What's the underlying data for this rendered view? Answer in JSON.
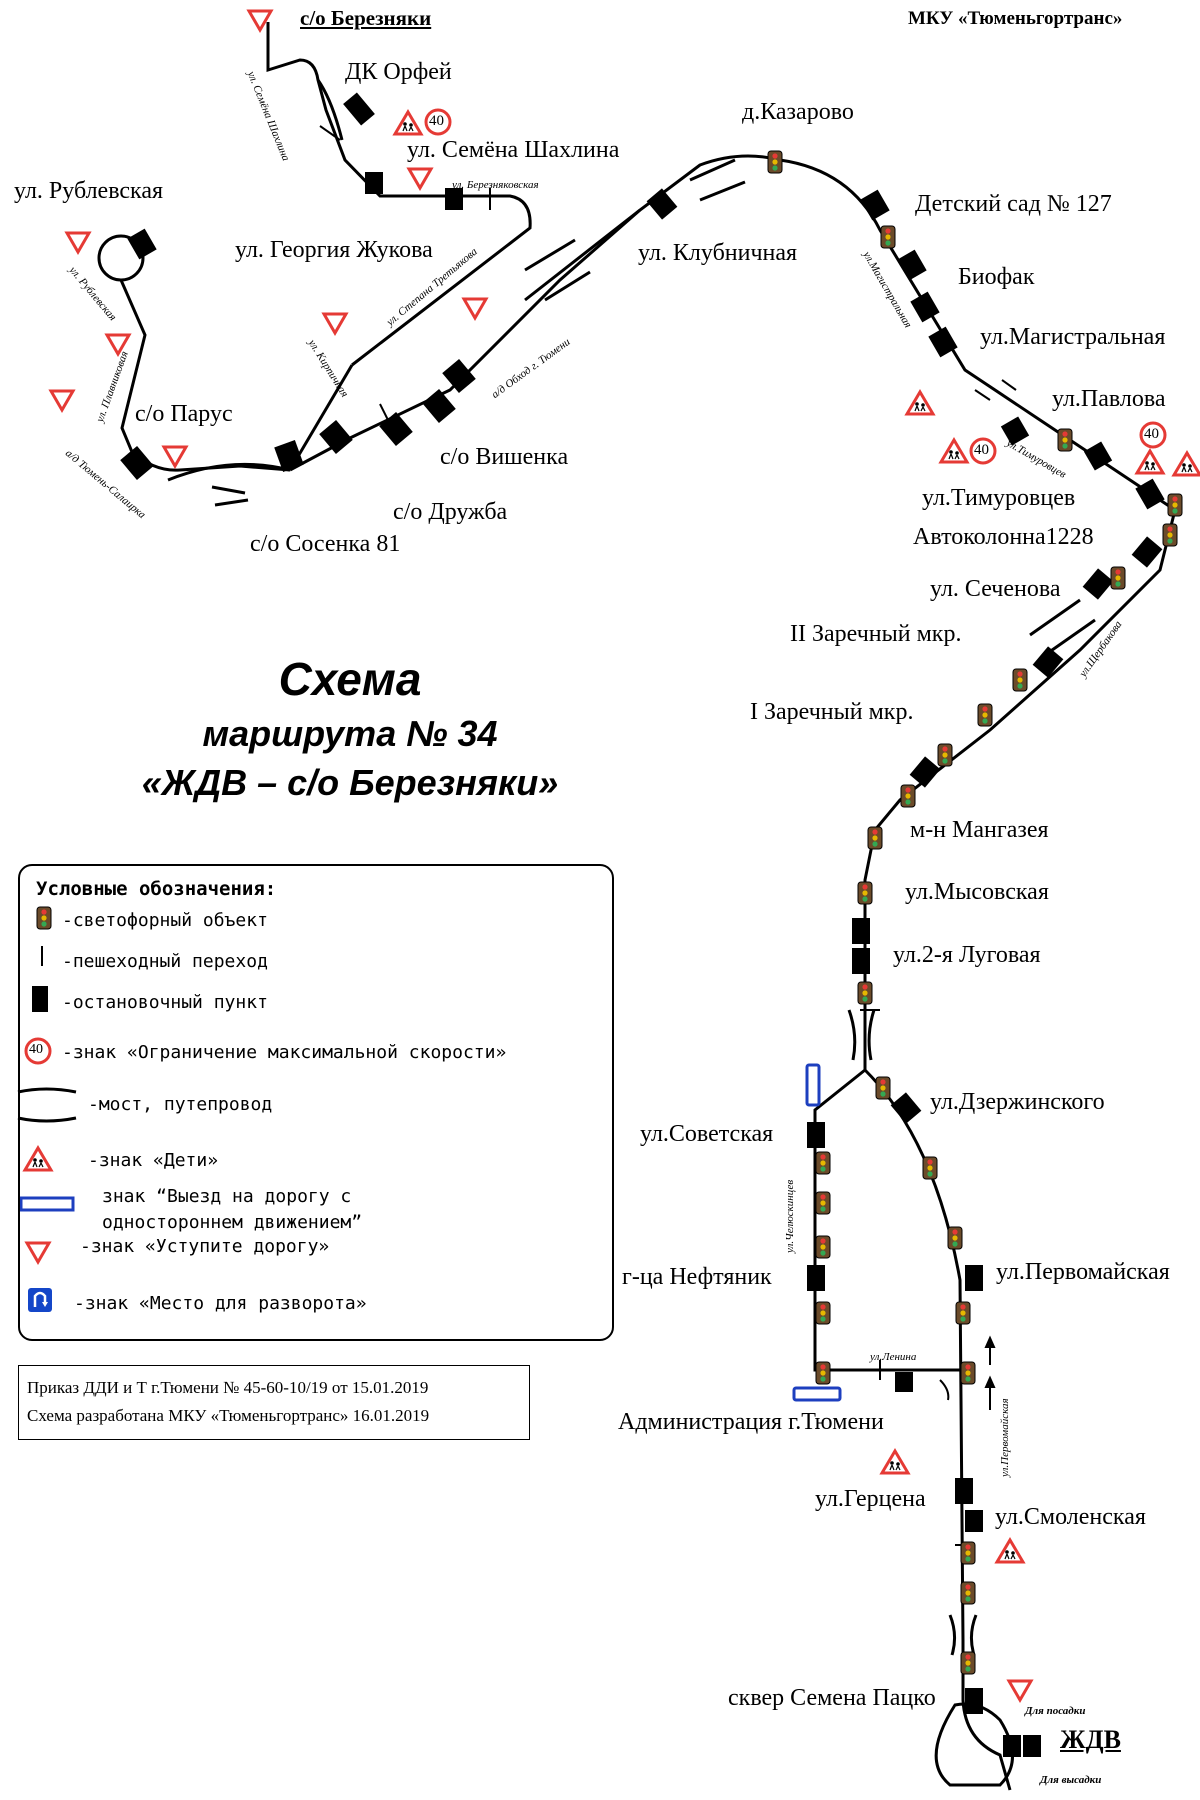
{
  "header": {
    "org": "МКУ «Тюменьгортранс»",
    "terminal_top": "с/о Березняки"
  },
  "title": {
    "line1": "Схема",
    "line2": "маршрута № 34",
    "line3": "«ЖДВ – с/о Березняки»"
  },
  "stops": [
    "ДК Орфей",
    "ул. Семёна Шахлина",
    "ул. Георгия Жукова",
    "ул. Рублевская",
    "с/о Парус",
    "с/о Сосенка 81",
    "с/о Дружба",
    "с/о Вишенка",
    "ул. Клубничная",
    "д.Казарово",
    "Детский сад № 127",
    "Биофак",
    "ул.Магистральная",
    "ул.Павлова",
    "ул.Тимуровцев",
    "Автоколонна1228",
    "ул. Сеченова",
    "II Заречный мкр.",
    "I Заречный мкр.",
    "м-н Мангазея",
    "ул.Мысовская",
    "ул.2-я Луговая",
    "ул.Дзержинского",
    "ул.Советская",
    "г-ца Нефтяник",
    "ул.Первомайская",
    "Администрация г.Тюмени",
    "ул.Герцена",
    "ул.Смоленская",
    "сквер Семена Пацко"
  ],
  "terminal_bottom": "ЖДВ",
  "terminal_labels": {
    "boarding": "Для посадки",
    "alighting": "Для высадки"
  },
  "streets": [
    "ул. Семёна Шахлина",
    "ул. Березняковская",
    "ул. Рублевская",
    "ул. Плавниковая",
    "а/д Тюмень-Салаирка",
    "ул. Степана Третьякова",
    "ул. Кирпичная",
    "а/д Обход г. Тюмени",
    "ул.Магистральная",
    "ул.Тимуровцев",
    "ул.Щербакова",
    "ул.Челюскинцев",
    "ул.Ленина",
    "ул.Первомайская"
  ],
  "speed_limit": "40",
  "legend": {
    "title": "Условные обозначения:",
    "items": [
      "-светофорный объект",
      "-пешеходный переход",
      "-остановочный пункт",
      "-знак «Ограничение максимальной скорости»",
      "-мост, путепровод",
      "-знак «Дети»",
      "знак “Выезд на дорогу с",
      "одностороннем движением”",
      "-знак «Уступите дорогу»",
      "-знак «Место для разворота»"
    ]
  },
  "note": {
    "line1": "Приказ ДДИ и Т г.Тюмени № 45-60-10/19 от 15.01.2019",
    "line2": "Схема разработана МКУ «Тюменьгортранс» 16.01.2019"
  },
  "colors": {
    "sign_red": "#e53a35",
    "arrow_blue": "#1d3fbf",
    "uturn_blue": "#1446c8",
    "light_body": "#6b4b2a"
  }
}
